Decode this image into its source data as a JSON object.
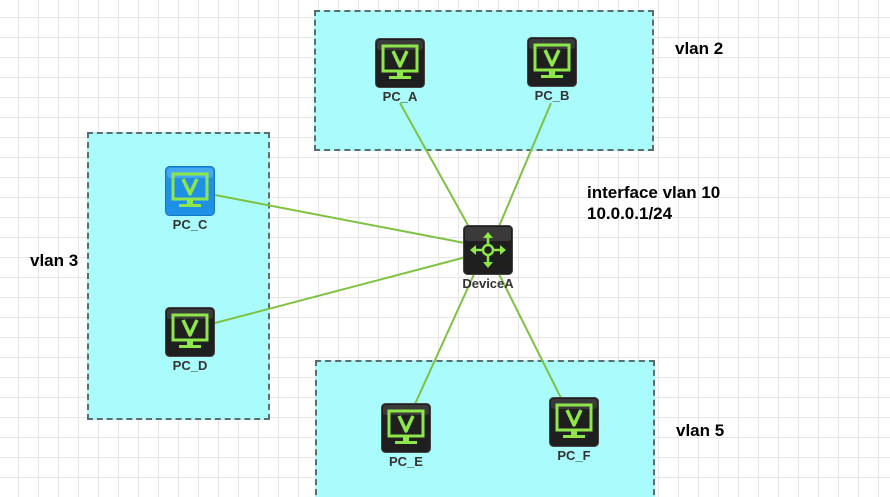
{
  "diagram": {
    "colors": {
      "zone_fill": "#aafcfc",
      "zone_border": "#5c6d6d",
      "link": "#7dc242",
      "icon_accent": "#8ee64a",
      "icon_dark": "#1f1f1f",
      "icon_selected": "#1e90e6"
    },
    "zones": [
      {
        "id": "vlan2",
        "label": "vlan 2"
      },
      {
        "id": "vlan3",
        "label": "vlan 3"
      },
      {
        "id": "vlan5",
        "label": "vlan 5"
      }
    ],
    "device": {
      "label": "DeviceA",
      "icon": "switch-arrows-icon",
      "interface_line1": "interface vlan 10",
      "interface_line2": "10.0.0.1/24"
    },
    "nodes": [
      {
        "id": "pc_a",
        "label": "PC_A",
        "icon": "monitor-icon",
        "zone": "vlan2"
      },
      {
        "id": "pc_b",
        "label": "PC_B",
        "icon": "monitor-icon",
        "zone": "vlan2"
      },
      {
        "id": "pc_c",
        "label": "PC_C",
        "icon": "monitor-icon",
        "zone": "vlan3",
        "selected": true
      },
      {
        "id": "pc_d",
        "label": "PC_D",
        "icon": "monitor-icon",
        "zone": "vlan3"
      },
      {
        "id": "pc_e",
        "label": "PC_E",
        "icon": "monitor-icon",
        "zone": "vlan5"
      },
      {
        "id": "pc_f",
        "label": "PC_F",
        "icon": "monitor-icon",
        "zone": "vlan5"
      }
    ],
    "links": [
      {
        "from": "pc_a",
        "to": "devicea"
      },
      {
        "from": "pc_b",
        "to": "devicea"
      },
      {
        "from": "pc_c",
        "to": "devicea"
      },
      {
        "from": "pc_d",
        "to": "devicea"
      },
      {
        "from": "pc_e",
        "to": "devicea"
      },
      {
        "from": "pc_f",
        "to": "devicea"
      }
    ]
  }
}
